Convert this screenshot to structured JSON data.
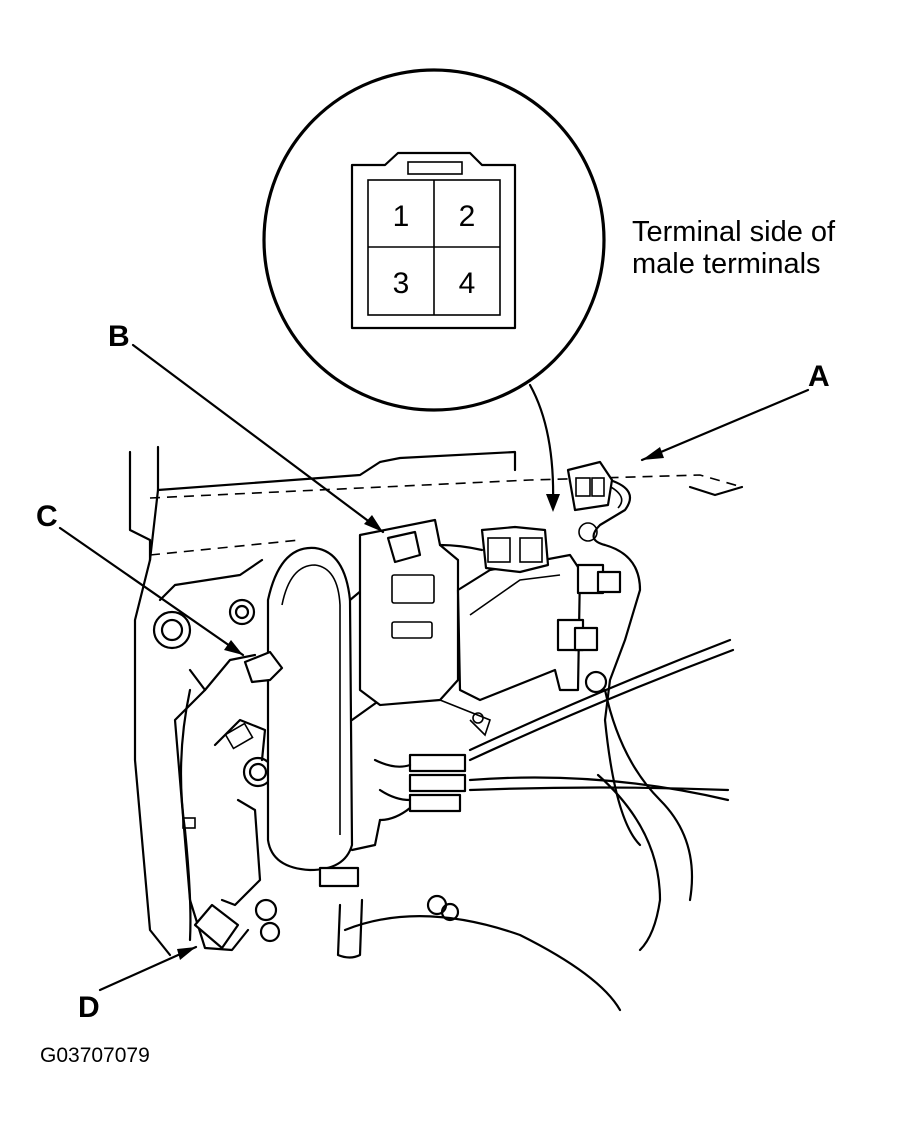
{
  "detail": {
    "caption_line1": "Terminal side of",
    "caption_line2": "male terminals",
    "pins": [
      "1",
      "2",
      "3",
      "4"
    ]
  },
  "callouts": {
    "a": "A",
    "b": "B",
    "c": "C",
    "d": "D"
  },
  "figure_code": "G03707079"
}
